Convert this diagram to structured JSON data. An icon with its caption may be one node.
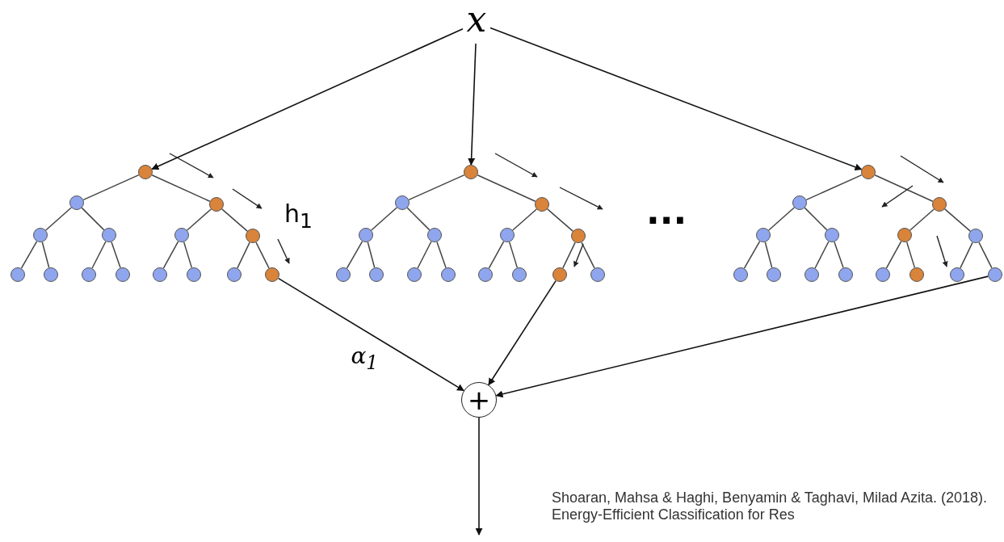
{
  "diagram": {
    "caption": "Shoaran, Mahsa & Haghi, Benyamin & Taghavi, Milad Azita. (2018). Energy-Efficient Classification for Res",
    "nodes": [
      {
        "text": [
          "x"
        ]
      },
      {
        "text": [],
        "shape": "circle"
      },
      {
        "text": [],
        "shape": "circle"
      },
      {
        "text": [],
        "shape": "circle"
      },
      {
        "text": [],
        "shape": "circle"
      },
      {
        "text": [],
        "shape": "circle"
      },
      {
        "text": [],
        "shape": "circle"
      },
      {
        "text": [],
        "shape": "circle"
      },
      {
        "text": [],
        "shape": "circle"
      },
      {
        "text": [],
        "shape": "circle"
      },
      {
        "text": [],
        "shape": "circle"
      },
      {
        "text": [],
        "shape": "circle"
      },
      {
        "text": [],
        "shape": "circle"
      },
      {
        "text": [],
        "shape": "circle"
      },
      {
        "text": [],
        "shape": "circle"
      },
      {
        "text": [],
        "shape": "circle"
      },
      {
        "text": [],
        "shape": "circle"
      },
      {
        "text": [],
        "shape": "circle"
      },
      {
        "text": [],
        "shape": "circle"
      },
      {
        "text": [],
        "shape": "circle"
      },
      {
        "text": [],
        "shape": "circle"
      },
      {
        "text": [],
        "shape": "circle"
      },
      {
        "text": [],
        "shape": "circle"
      },
      {
        "text": [],
        "shape": "circle"
      },
      {
        "text": [],
        "shape": "circle"
      },
      {
        "text": [],
        "shape": "circle"
      },
      {
        "text": [],
        "shape": "circle"
      },
      {
        "text": [],
        "shape": "circle"
      },
      {
        "text": [],
        "shape": "circle"
      },
      {
        "text": [],
        "shape": "circle"
      },
      {
        "text": [],
        "shape": "circle"
      },
      {
        "text": [],
        "shape": "circle"
      },
      {
        "text": [],
        "shape": "circle"
      },
      {
        "text": [],
        "shape": "circle"
      },
      {
        "text": [],
        "shape": "circle"
      },
      {
        "text": [],
        "shape": "circle"
      },
      {
        "text": [],
        "shape": "circle"
      },
      {
        "text": [],
        "shape": "circle"
      },
      {
        "text": [],
        "shape": "circle"
      },
      {
        "text": [],
        "shape": "circle"
      },
      {
        "text": [],
        "shape": "circle"
      },
      {
        "text": [],
        "shape": "circle"
      },
      {
        "text": [],
        "shape": "circle"
      },
      {
        "text": [],
        "shape": "circle"
      },
      {
        "text": [],
        "shape": "circle"
      },
      {
        "text": [],
        "shape": "circle"
      },
      {
        "text": [
          "+"
        ]
      }
    ],
    "edges": [
      {
        "from": 0,
        "to": 1,
        "arrow": "to"
      },
      {
        "from": 0,
        "to": 16,
        "arrow": "to"
      },
      {
        "from": 0,
        "to": 31,
        "arrow": "to"
      },
      {
        "from": 1,
        "to": 2,
        "arrow": "none"
      },
      {
        "from": 1,
        "to": 3,
        "arrow": "none"
      },
      {
        "from": 2,
        "to": 4,
        "arrow": "none"
      },
      {
        "from": 2,
        "to": 5,
        "arrow": "none"
      },
      {
        "from": 3,
        "to": 6,
        "arrow": "none"
      },
      {
        "from": 3,
        "to": 7,
        "arrow": "none"
      },
      {
        "from": 4,
        "to": 8,
        "arrow": "none"
      },
      {
        "from": 4,
        "to": 9,
        "arrow": "none"
      },
      {
        "from": 5,
        "to": 10,
        "arrow": "none"
      },
      {
        "from": 5,
        "to": 11,
        "arrow": "none"
      },
      {
        "from": 6,
        "to": 12,
        "arrow": "none"
      },
      {
        "from": 6,
        "to": 13,
        "arrow": "none"
      },
      {
        "from": 7,
        "to": 14,
        "arrow": "none"
      },
      {
        "from": 7,
        "to": 15,
        "arrow": "none"
      },
      {
        "from": 16,
        "to": 17,
        "arrow": "none"
      },
      {
        "from": 16,
        "to": 18,
        "arrow": "none"
      },
      {
        "from": 17,
        "to": 19,
        "arrow": "none"
      },
      {
        "from": 17,
        "to": 20,
        "arrow": "none"
      },
      {
        "from": 18,
        "to": 21,
        "arrow": "none"
      },
      {
        "from": 18,
        "to": 22,
        "arrow": "none"
      },
      {
        "from": 19,
        "to": 23,
        "arrow": "none"
      },
      {
        "from": 19,
        "to": 24,
        "arrow": "none"
      },
      {
        "from": 20,
        "to": 25,
        "arrow": "none"
      },
      {
        "from": 20,
        "to": 26,
        "arrow": "none"
      },
      {
        "from": 21,
        "to": 27,
        "arrow": "none"
      },
      {
        "from": 21,
        "to": 28,
        "arrow": "none"
      },
      {
        "from": 22,
        "to": 29,
        "arrow": "none"
      },
      {
        "from": 22,
        "to": 30,
        "arrow": "none"
      },
      {
        "from": 31,
        "to": 32,
        "arrow": "none"
      },
      {
        "from": 31,
        "to": 33,
        "arrow": "none"
      },
      {
        "from": 32,
        "to": 34,
        "arrow": "none"
      },
      {
        "from": 32,
        "to": 35,
        "arrow": "none"
      },
      {
        "from": 33,
        "to": 36,
        "arrow": "none"
      },
      {
        "from": 33,
        "to": 37,
        "arrow": "none"
      },
      {
        "from": 34,
        "to": 38,
        "arrow": "none"
      },
      {
        "from": 34,
        "to": 39,
        "arrow": "none"
      },
      {
        "from": 35,
        "to": 40,
        "arrow": "none"
      },
      {
        "from": 35,
        "to": 41,
        "arrow": "none"
      },
      {
        "from": 36,
        "to": 42,
        "arrow": "none"
      },
      {
        "from": 36,
        "to": 43,
        "arrow": "none"
      },
      {
        "from": 37,
        "to": 44,
        "arrow": "none"
      },
      {
        "from": 37,
        "to": 45,
        "arrow": "none"
      },
      {
        "from": 15,
        "to": 46,
        "arrow": "to",
        "label": "α$_{1}$"
      },
      {
        "from": 29,
        "to": 46,
        "arrow": "to"
      },
      {
        "from": 45,
        "to": 46,
        "arrow": "to"
      },
      {
        "from": 46,
        "to": null,
        "arrow": "to"
      }
    ],
    "labels": [
      "h$_{1}$",
      "..."
    ]
  }
}
